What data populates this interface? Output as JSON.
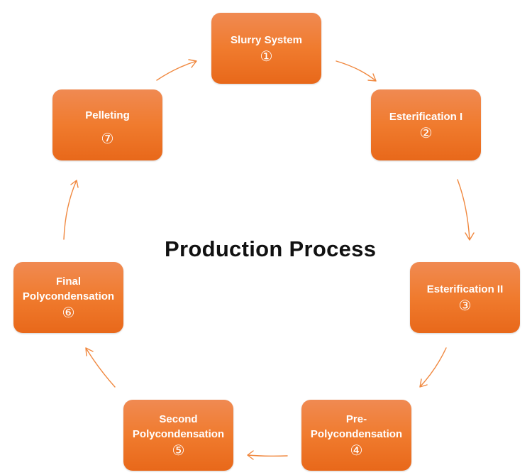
{
  "diagram": {
    "title": "Production Process",
    "accent_color": "#f07b2e",
    "steps": [
      {
        "label": "Slurry System",
        "number": "①"
      },
      {
        "label": "Esterification I",
        "number": "②"
      },
      {
        "label": "Esterification II",
        "number": "③"
      },
      {
        "label": "Pre-\nPolycondensation",
        "number": "④"
      },
      {
        "label": "Second\nPolycondensation",
        "number": "⑤"
      },
      {
        "label": "Final\nPolycondensation",
        "number": "⑥"
      },
      {
        "label": "Pelleting",
        "number": "⑦"
      }
    ],
    "flow": "clockwise cycle: 1→2→3→4→5→6→7→1"
  }
}
